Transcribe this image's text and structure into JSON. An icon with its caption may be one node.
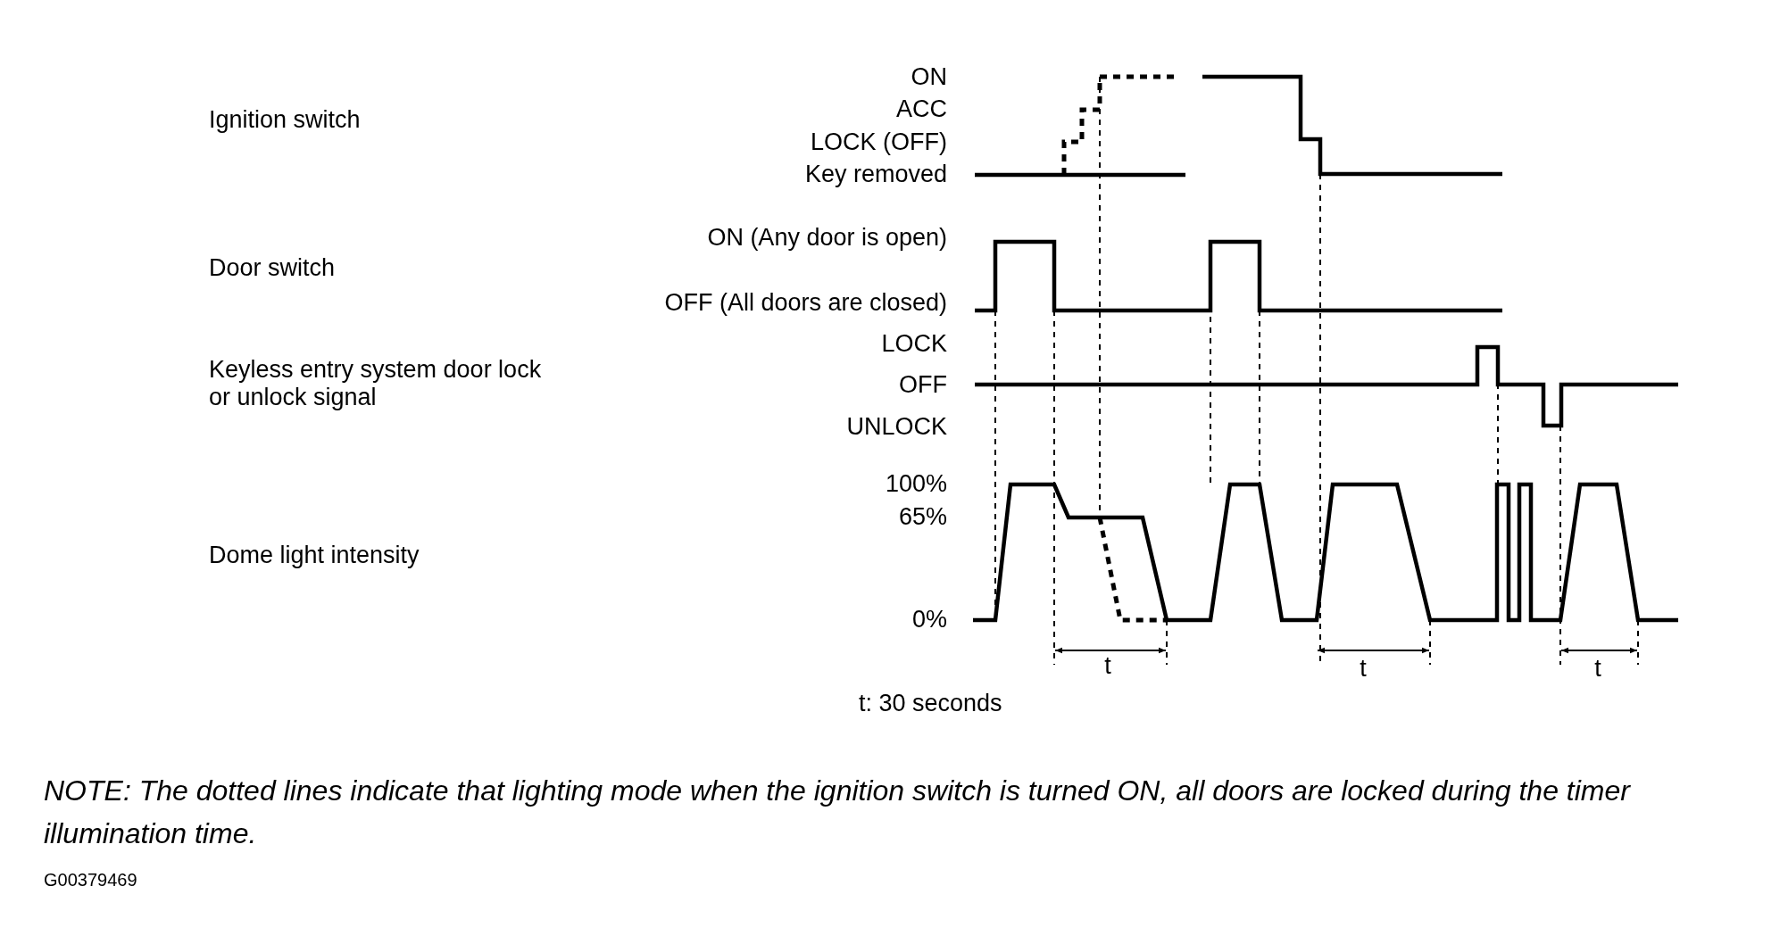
{
  "diagram": {
    "caption": "NOTE: The dotted lines indicate that lighting mode when the ignition switch is turned ON, all doors are locked during the timer illumination time.",
    "labels": [
      "ON",
      "ACC",
      "Ignition switch",
      "LOCK (OFF)",
      "Key removed",
      "ON (Any door is open)",
      "Door switch",
      "OFF (All doors are closed)",
      "LOCK",
      "Keyless entry system door lock or unlock signal",
      "OFF",
      "UNLOCK",
      "100%",
      "65%",
      "Dome light intensity",
      "0%",
      "t",
      "t",
      "t",
      "t: 30 seconds",
      "G00379469"
    ]
  }
}
